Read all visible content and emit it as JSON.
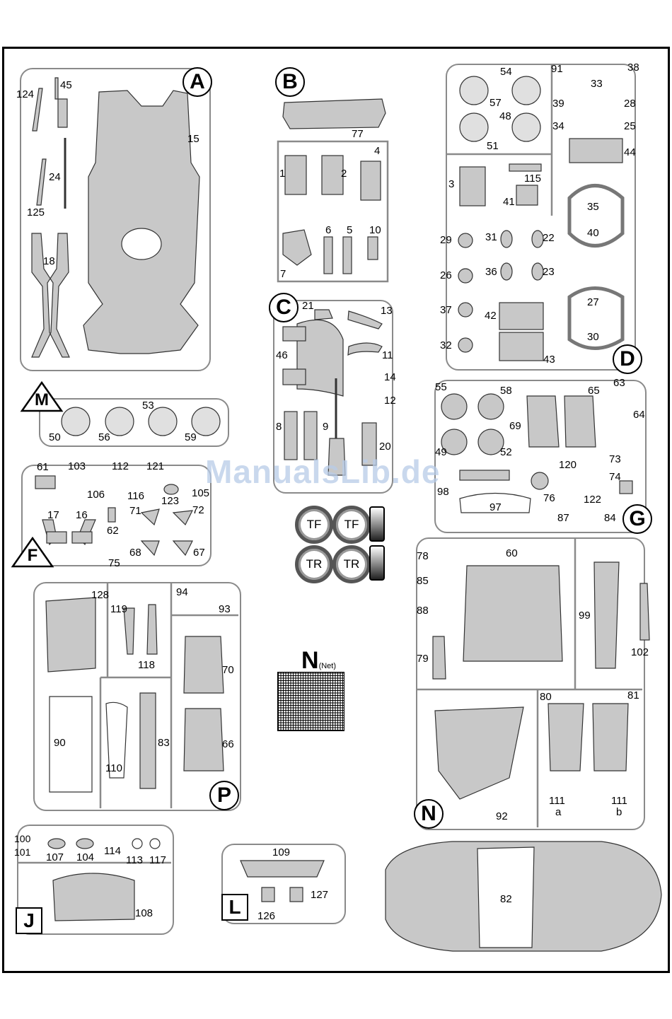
{
  "watermark": "ManualsLib.de",
  "sprues": {
    "A": {
      "letter": "A",
      "parts": [
        "124",
        "45",
        "15",
        "24",
        "125",
        "18"
      ]
    },
    "B": {
      "letter": "B",
      "parts": [
        "77",
        "1",
        "2",
        "4",
        "7",
        "6",
        "5",
        "10"
      ]
    },
    "C": {
      "letter": "C",
      "parts": [
        "21",
        "13",
        "46",
        "11",
        "14",
        "12",
        "8",
        "9",
        "20"
      ]
    },
    "D": {
      "letter": "D",
      "parts": [
        "54",
        "91",
        "38",
        "57",
        "48",
        "33",
        "39",
        "28",
        "34",
        "25",
        "51",
        "44",
        "3",
        "115",
        "41",
        "35",
        "40",
        "29",
        "31",
        "22",
        "26",
        "36",
        "23",
        "37",
        "42",
        "27",
        "32",
        "43",
        "30"
      ]
    },
    "M": {
      "letter": "M",
      "parts": [
        "53",
        "50",
        "56",
        "59"
      ]
    },
    "F": {
      "letter": "F",
      "parts": [
        "61",
        "103",
        "112",
        "121",
        "106",
        "116",
        "105",
        "123",
        "17",
        "16",
        "71",
        "72",
        "62",
        "68",
        "67",
        "75"
      ]
    },
    "G": {
      "letter": "G",
      "parts": [
        "55",
        "58",
        "65",
        "63",
        "64",
        "69",
        "49",
        "52",
        "73",
        "120",
        "74",
        "98",
        "76",
        "122",
        "97",
        "87",
        "84"
      ]
    },
    "P": {
      "letter": "P",
      "parts": [
        "128",
        "94",
        "93",
        "119",
        "118",
        "70",
        "90",
        "83",
        "110",
        "66"
      ]
    },
    "N": {
      "letter": "N",
      "parts": [
        "78",
        "60",
        "85",
        "99",
        "88",
        "102",
        "79",
        "80",
        "81",
        "92",
        "111",
        "a",
        "111",
        "b"
      ]
    },
    "J": {
      "letter": "J",
      "parts": [
        "100",
        "101",
        "107",
        "104",
        "114",
        "113",
        "117",
        "108"
      ]
    },
    "L": {
      "letter": "L",
      "parts": [
        "109",
        "127",
        "126"
      ]
    }
  },
  "tires": [
    "TF",
    "TF",
    "TR",
    "TR"
  ],
  "net": {
    "letter": "N",
    "note": "(Net)"
  },
  "body": {
    "part": "82"
  }
}
